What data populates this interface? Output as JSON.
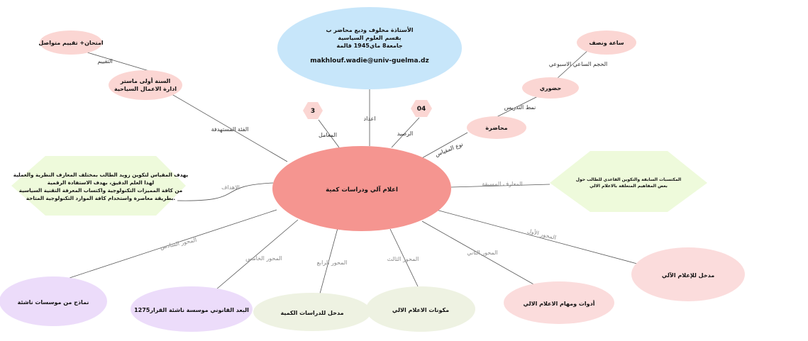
{
  "center": {
    "label": "اعلام آلي ودراسات كمية",
    "color": "#f59590"
  },
  "author": {
    "lines": [
      "الأستاذة مخلوف وديع محاضر ب",
      "بقسم العلوم السياسية",
      "جامعة8  ماي1945 قالمة"
    ],
    "email": "makhlouf.wadie@univ-guelma.dz",
    "edge_label": "اعداد",
    "color": "#c7e6fa"
  },
  "coefficient": {
    "value": "3",
    "edge_label": "المعامل",
    "color": "#fbd6d3"
  },
  "credit": {
    "value": "04",
    "edge_label": "الرصيد",
    "color": "#fbd6d3"
  },
  "audience": {
    "lines": [
      "السنة أولى ماستر",
      "ادارة الاعمال السياحية"
    ],
    "edge_label": "الفئة المستهدفة",
    "color": "#fbd6d3"
  },
  "evaluation": {
    "label": "امتحان+ تقييم متواصل",
    "edge_label": "التقييم",
    "color": "#fbd6d3"
  },
  "course_type": {
    "label": "محاضرة",
    "edge_label": "نوع المقياس",
    "color": "#fbd6d3"
  },
  "teaching_mode": {
    "label": "حضوري",
    "edge_label": "نمط التدريس",
    "color": "#fbd6d3"
  },
  "weekly_hours": {
    "label": "ساعة ونصف",
    "edge_label": "الحجم الساعي الاسبوعي",
    "color": "#fbd6d3"
  },
  "objectives": {
    "lines": [
      "يهدف المقياس لتكوين زويد الطالب بمختلف المعارف النظرية والعملية",
      "لهذا العلم الدقيق، بهدف الاستفادة الرقمية",
      "من كافة المميزات التكنولوجية واكتساب المعرفة التقنية السياسية",
      "بطريقة معاصرة واستخدام كافة الموارد التكنولوجية المتاحة."
    ],
    "edge_label": "الاهداف",
    "color": "#eefadb"
  },
  "prerequisites": {
    "lines": [
      "المكتسبات السابقة والتكوين القاعدي للطالب حول",
      "بعض المفاهيم المتعلقة بالاعلام الالي"
    ],
    "edge_label": "المعارف المسبقة",
    "color": "#eefadb"
  },
  "axes": [
    {
      "edge_label": "المحور الأول",
      "label": "مدخل للإعلام الآلي",
      "color": "#fbdcdc"
    },
    {
      "edge_label": "المحور الثاني",
      "label": "أدوات ومهام الاعلام الالي",
      "color": "#fbdcdc"
    },
    {
      "edge_label": "المحور الثالث",
      "label": "مكونات الاعلام الالي",
      "color": "#eef2e2"
    },
    {
      "edge_label": "المحور الرابع",
      "label": "مدخل للدراسات الكمية",
      "color": "#eef2e2"
    },
    {
      "edge_label": "المحور الخامس",
      "label": "البعد القانوني موسسة ناشئة القرار1275",
      "color": "#ecdcfa"
    },
    {
      "edge_label": "المحور السادس",
      "label": "نماذج من موسسات ناشئة",
      "color": "#ecdcfa"
    }
  ]
}
